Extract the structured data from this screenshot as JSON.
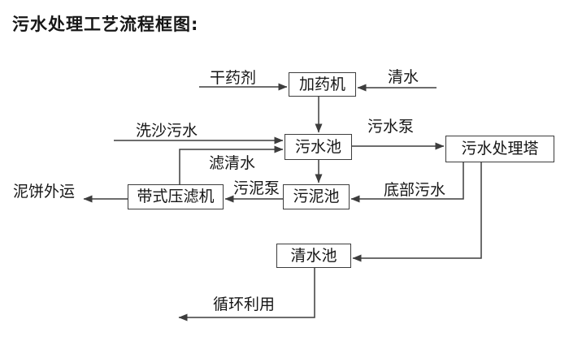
{
  "title": "污水处理工艺流程框图:",
  "nodes": {
    "dosing_machine": "加药机",
    "sewage_pool": "污水池",
    "treatment_tower": "污水处理塔",
    "sludge_pool": "污泥池",
    "belt_filter_press": "带式压滤机",
    "clean_water_pool": "清水池"
  },
  "flow_labels": {
    "dry_chemical": "干药剂",
    "clean_water": "清水",
    "sand_washing_sewage": "洗沙污水",
    "sewage_pump": "污水泵",
    "filtered_water": "滤清水",
    "sludge_pump": "污泥泵",
    "bottom_sewage": "底部污水",
    "mud_cake_outbound": "泥饼外运",
    "recycling": "循环利用"
  },
  "connections": [
    {
      "from": "external",
      "to": "dosing_machine",
      "label": "干药剂"
    },
    {
      "from": "external",
      "to": "dosing_machine",
      "label": "清水"
    },
    {
      "from": "dosing_machine",
      "to": "sewage_pool",
      "label": ""
    },
    {
      "from": "external",
      "to": "sewage_pool",
      "label": "洗沙污水"
    },
    {
      "from": "belt_filter_press",
      "to": "sewage_pool",
      "label": "滤清水"
    },
    {
      "from": "sewage_pool",
      "to": "treatment_tower",
      "label": "污水泵"
    },
    {
      "from": "sewage_pool",
      "to": "sludge_pool",
      "label": ""
    },
    {
      "from": "treatment_tower",
      "to": "sludge_pool",
      "label": "底部污水"
    },
    {
      "from": "sludge_pool",
      "to": "belt_filter_press",
      "label": "污泥泵"
    },
    {
      "from": "belt_filter_press",
      "to": "external",
      "label": "泥饼外运"
    },
    {
      "from": "treatment_tower",
      "to": "clean_water_pool",
      "label": ""
    },
    {
      "from": "clean_water_pool",
      "to": "external",
      "label": "循环利用"
    }
  ],
  "colors": {
    "line": "#3d3d3d",
    "text": "#161616",
    "background": "#ffffff"
  }
}
